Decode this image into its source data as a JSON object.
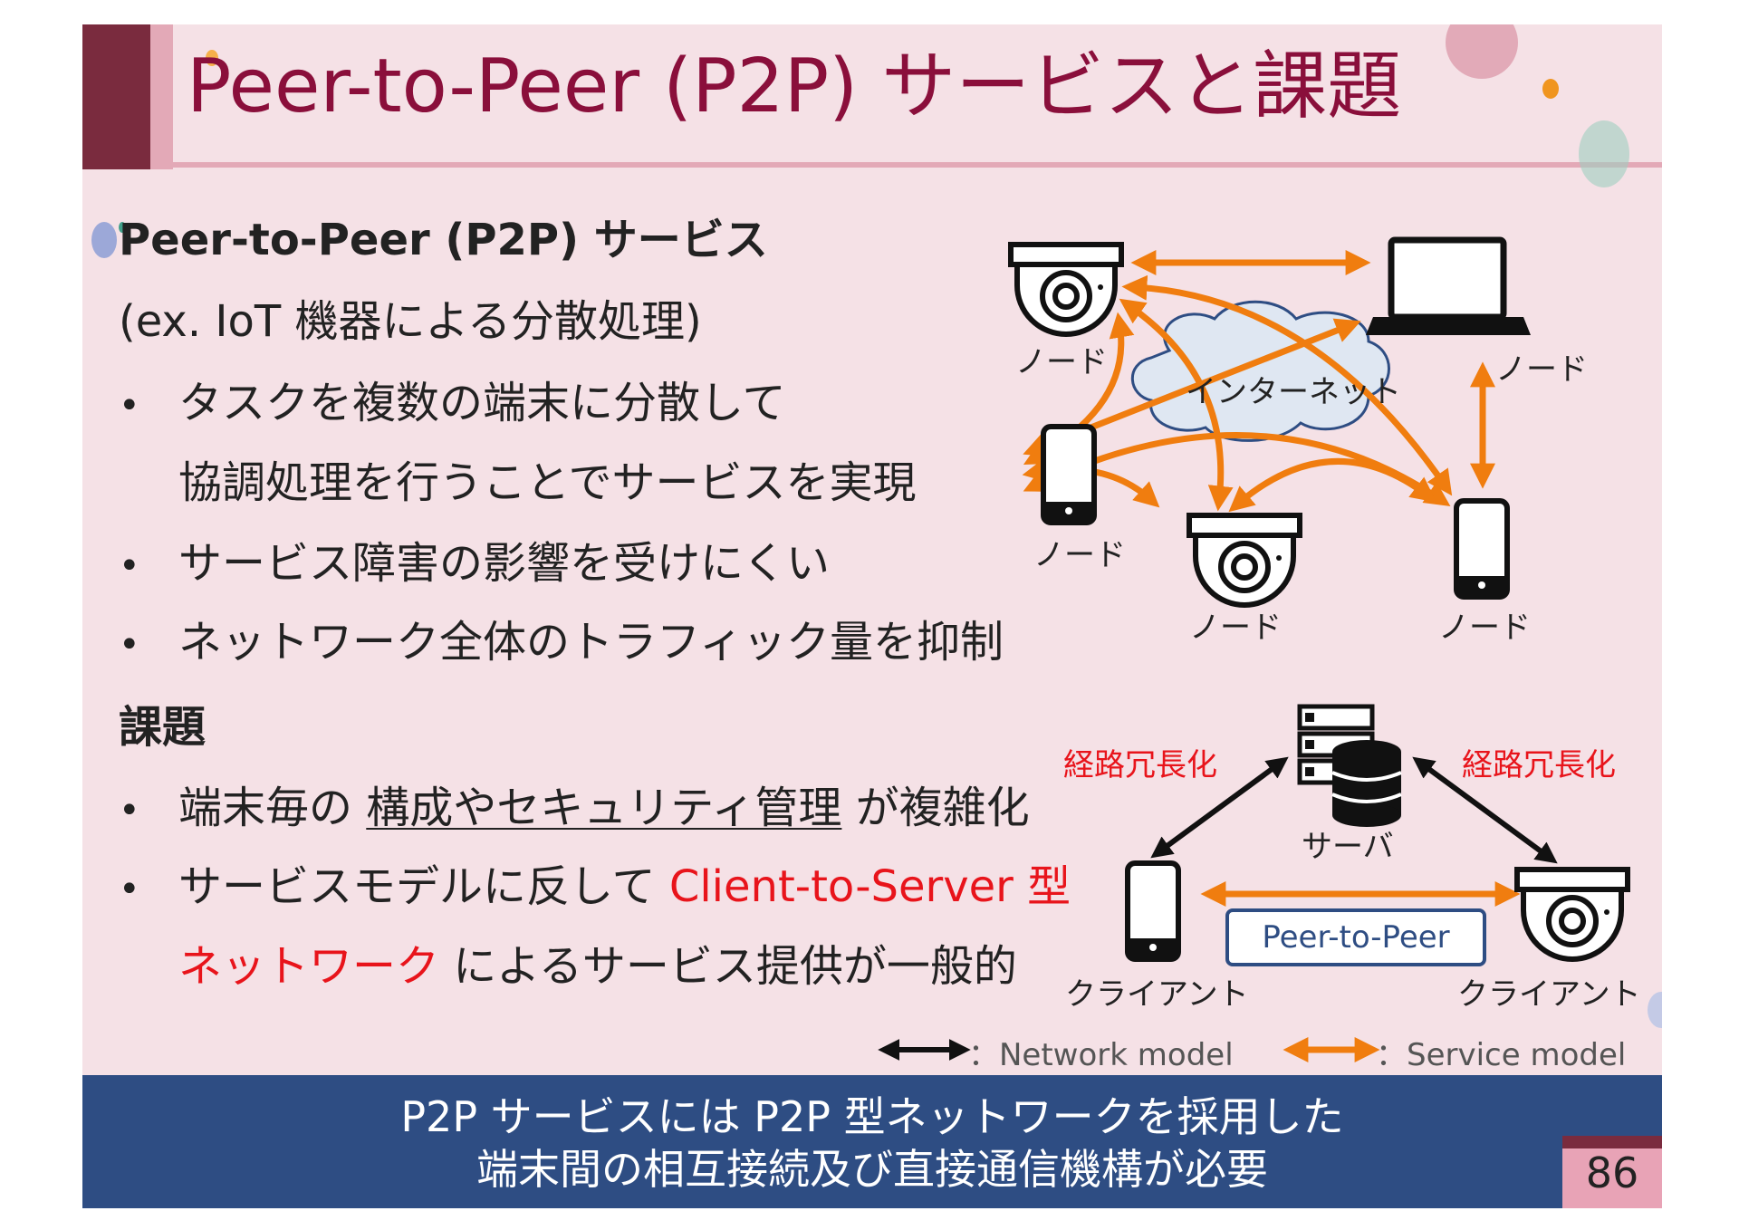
{
  "title": "Peer-to-Peer (P2P) サービスと課題",
  "section1": {
    "heading": "Peer-to-Peer (P2P) サービス",
    "example": "(ex. IoT 機器による分散処理)",
    "bullets": [
      "タスクを複数の端末に分散して",
      "協調処理を行うことでサービスを実現",
      "サービス障害の影響を受けにくい",
      "ネットワーク全体のトラフィック量を抑制"
    ]
  },
  "section2": {
    "heading": "課題",
    "b1_pre": "端末毎の ",
    "b1_ul": "構成やセキュリティ管理",
    "b1_post": " が複雑化",
    "b2_pre": "サービスモデルに反して ",
    "b2_red": "Client-to-Server 型",
    "b3_red": "ネットワーク",
    "b3_post": " によるサービス提供が一般的"
  },
  "diagram_top": {
    "internet": "インターネット",
    "node": "ノード"
  },
  "diagram_bottom": {
    "redundancy": "経路冗長化",
    "server": "サーバ",
    "client": "クライアント",
    "p2p_box": "Peer-to-Peer"
  },
  "legend": {
    "network": "：Network model",
    "service": "：Service model"
  },
  "footer": {
    "line1": "P2P サービスには P2P 型ネットワークを採用した",
    "line2": "端末間の相互接続及び直接通信機構が必要"
  },
  "page_number": "86",
  "colors": {
    "accent_title": "#8a0f3b",
    "arrow_service": "#f07d0f",
    "arrow_network": "#111111",
    "footer_bg": "#2e4d83",
    "highlight_red": "#e8141b"
  }
}
